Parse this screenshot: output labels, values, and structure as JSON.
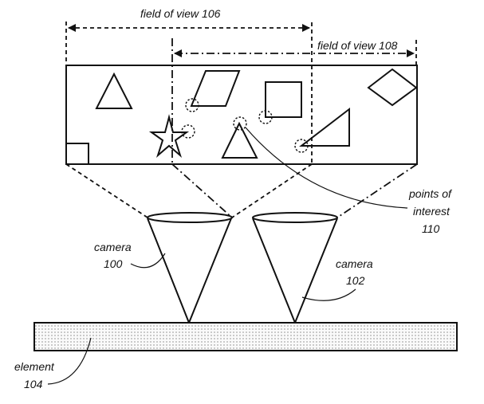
{
  "figure": {
    "labels": {
      "fov_106": "field of view 106",
      "fov_108": "field of view 108",
      "camera_100_line1": "camera",
      "camera_100_line2": "100",
      "camera_102_line1": "camera",
      "camera_102_line2": "102",
      "poi_line1": "points of",
      "poi_line2": "interest",
      "poi_line3": "110",
      "element_line1": "element",
      "element_line2": "104"
    },
    "scene_objects": [
      "triangle",
      "small-square",
      "star",
      "parallelogram",
      "triangle",
      "square",
      "right-triangle",
      "diamond"
    ],
    "points_of_interest_count": 5,
    "colors": {
      "ink": "#111111",
      "background": "#ffffff",
      "element_fill": "#f2f2f2"
    }
  }
}
